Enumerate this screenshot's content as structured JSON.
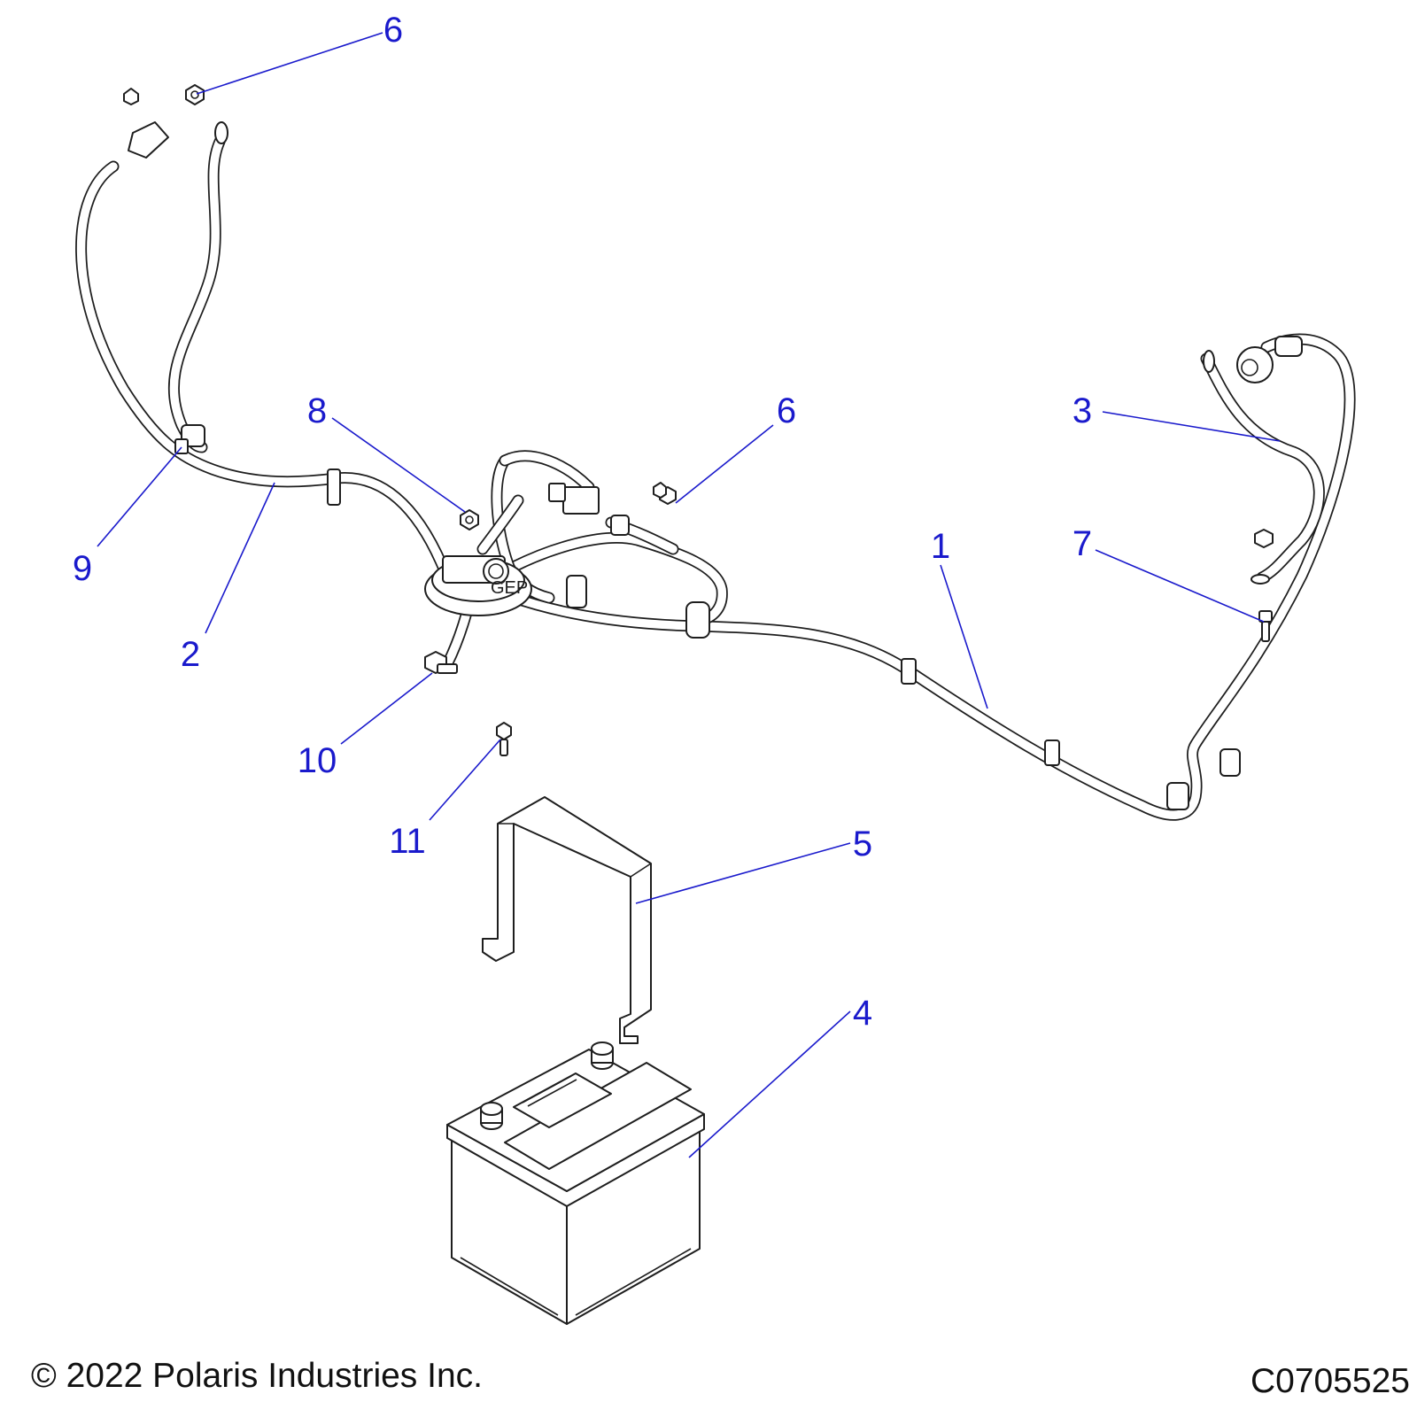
{
  "callouts": {
    "c1": "1",
    "c2": "2",
    "c3": "3",
    "c4": "4",
    "c5": "5",
    "c6a": "6",
    "c6b": "6",
    "c7": "7",
    "c8": "8",
    "c9": "9",
    "c10": "10",
    "c11": "11"
  },
  "connector_marking": "GEP",
  "footer": {
    "copyright": "© 2022 Polaris Industries Inc.",
    "figure_id": "C0705525"
  },
  "colors": {
    "callout": "#1a1acc",
    "linework": "#1e1e1e",
    "background": "#ffffff"
  }
}
